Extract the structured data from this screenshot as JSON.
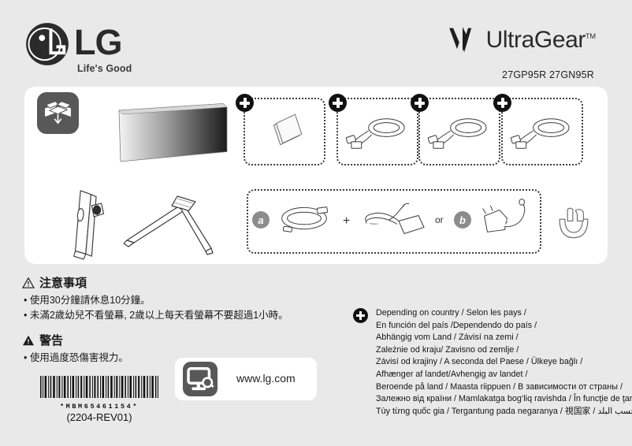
{
  "brand": {
    "lg_name": "LG",
    "lg_tagline": "Life's Good",
    "lg_logo_icon": "lg-face-logo-icon",
    "ultragear_name": "UltraGear",
    "ultragear_tm": "TM",
    "ultragear_icon": "ultragear-v-logo-icon"
  },
  "models": "27GP95R 27GN95R",
  "panel": {
    "unbox_icon": "open-box-icon",
    "monitor_icon": "monitor-panel-icon",
    "stand_body_icon": "stand-body-icon",
    "stand_base_icon": "stand-base-icon",
    "manual_icon": "user-manual-icon",
    "cable_icon": "cable-coil-icon",
    "power_cord_icon": "power-cord-icon",
    "power_adapter_icon": "power-adapter-brick-icon",
    "wall_adapter_icon": "wall-plug-adapter-icon",
    "cable_holder_icon": "cable-holder-icon",
    "badge_plus": "plus-badge-icon",
    "badge_a": "a",
    "badge_b": "b",
    "plus_symbol": "+",
    "or_label": "or"
  },
  "notice": {
    "caution_icon": "warning-triangle-outline-icon",
    "caution_title": "注意事項",
    "caution_items": [
      "使用30分鐘請休息10分鐘。",
      "未滿2歲幼兒不看螢幕, 2歲以上每天看螢幕不要超過1小時。"
    ],
    "warning_icon": "warning-triangle-filled-icon",
    "warning_title": "警告",
    "warning_items": [
      "使用過度恐傷害視力。"
    ]
  },
  "barcode": {
    "icon": "barcode-icon",
    "number": "*MBM65461154*",
    "revision": "(2204-REV01)"
  },
  "lgcom": {
    "icon": "monitor-search-icon",
    "url": "www.lg.com"
  },
  "country_note": {
    "icon": "plus-badge-icon",
    "lines": [
      "Depending on country /  Selon les pays /",
      "En función del país /Dependendo do país /",
      "Abhängig vom Land / Závisí na zemi /",
      "Zależnie od kraju/ Zavisno od zemlje /",
      "Závisí od krajiny /  A seconda del Paese  / Ülkeye bağlı /",
      "Afhænger af landet/Avhengig av landet /",
      "Beroende på land / Maasta riippuen / В зависимости от страны /",
      "Залежно від країни / Mamlakatga bog‘liq ravishda / În funcţie de ţară /",
      " Tùy từng quốc gia  / Tergantung pada negaranya / 視国家 / بحسب البلد"
    ]
  },
  "colors": {
    "background": "#e9e9e9",
    "panel": "#ffffff",
    "dark_icon": "#585858",
    "text": "#1a1a1a",
    "badge_gray": "#8c8c8c"
  }
}
